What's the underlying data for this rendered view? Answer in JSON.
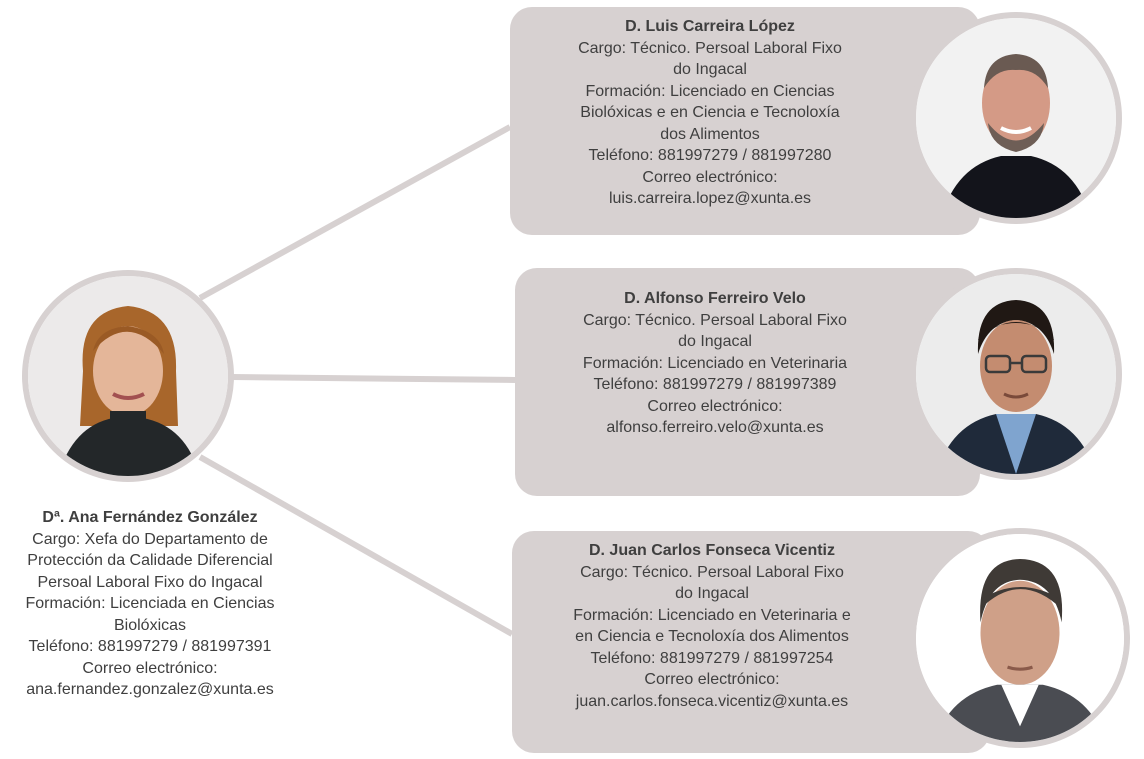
{
  "head": {
    "name": "Dª. Ana Fernández González",
    "lines": [
      "Cargo: Xefa do Departamento de",
      "Protección da Calidade Diferencial",
      "Persoal Laboral Fixo do Ingacal",
      "Formación: Licenciada en Ciencias",
      "Biolóxicas",
      "Teléfono: 881997279 / 881997391",
      "Correo electrónico:",
      "ana.fernandez.gonzalez@xunta.es"
    ],
    "photo_icon": "woman-portrait"
  },
  "staff": [
    {
      "name": "D. Luis Carreira López",
      "lines": [
        "Cargo: Técnico. Persoal Laboral Fixo",
        "do Ingacal",
        "Formación: Licenciado en Ciencias",
        "Biolóxicas e en Ciencia e Tecnoloxía",
        "dos Alimentos",
        "Teléfono: 881997279 / 881997280",
        "Correo electrónico:",
        "luis.carreira.lopez@xunta.es"
      ],
      "photo_icon": "man-portrait-dark-shirt"
    },
    {
      "name": "D. Alfonso Ferreiro Velo",
      "lines": [
        "Cargo: Técnico. Persoal Laboral Fixo",
        "do Ingacal",
        "Formación: Licenciado en Veterinaria",
        "Teléfono: 881997279 / 881997389",
        "Correo electrónico:",
        "alfonso.ferreiro.velo@xunta.es"
      ],
      "photo_icon": "man-portrait-glasses"
    },
    {
      "name": "D. Juan Carlos Fonseca Vicentiz",
      "lines": [
        "Cargo: Técnico. Persoal Laboral Fixo",
        "do Ingacal",
        "Formación: Licenciado en Veterinaria e",
        "en Ciencia e Tecnoloxía dos Alimentos",
        "Teléfono: 881997279 / 881997254",
        "Correo electrónico:",
        "juan.carlos.fonseca.vicentiz@xunta.es"
      ],
      "photo_icon": "man-portrait-suit"
    }
  ],
  "colors": {
    "card_bg": "#d7d1d1",
    "connector": "#d7d1d1",
    "text": "#3f3f3f"
  }
}
